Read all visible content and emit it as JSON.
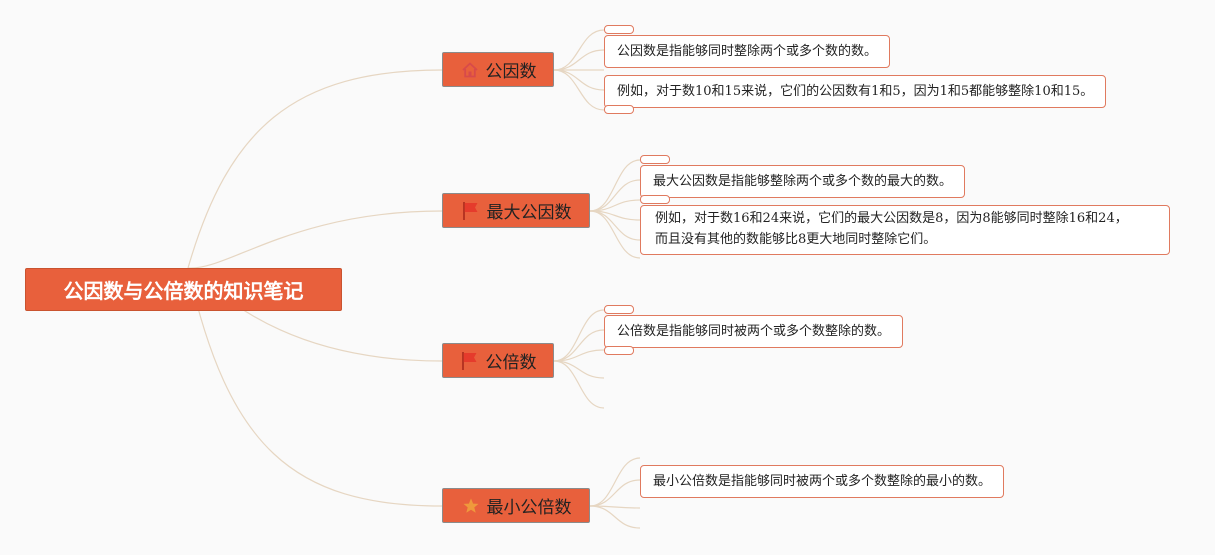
{
  "mindmap": {
    "root": {
      "title": "公因数与公倍数的知识笔记"
    },
    "branches": [
      {
        "label": "公因数",
        "icon": "house-icon",
        "items": [
          "公因数是指能够同时整除两个或多个数的数。",
          "例如，对于数10和15来说，它们的公因数有1和5，因为1和5都能够整除10和15。"
        ]
      },
      {
        "label": "最大公因数",
        "icon": "flag-icon",
        "items": [
          "最大公因数是指能够整除两个或多个数的最大的数。",
          [
            "例如，对于数16和24来说，它们的最大公因数是8，因为8能够同时整除16和24，",
            "而且没有其他的数能够比8更大地同时整除它们。"
          ]
        ]
      },
      {
        "label": "公倍数",
        "icon": "flag-icon",
        "items": [
          "公倍数是指能够同时被两个或多个数整除的数。"
        ]
      },
      {
        "label": "最小公倍数",
        "icon": "star-icon",
        "items": [
          "最小公倍数是指能够同时被两个或多个数整除的最小的数。"
        ]
      }
    ]
  },
  "colors": {
    "node_fill": "#e8603c",
    "leaf_border": "#e07a5f",
    "connector": "#e6d6c2",
    "background": "#fafafa",
    "house_icon": "#d84a4a",
    "flag_icon": "#e53b2c",
    "star_icon": "#f0a03c"
  }
}
